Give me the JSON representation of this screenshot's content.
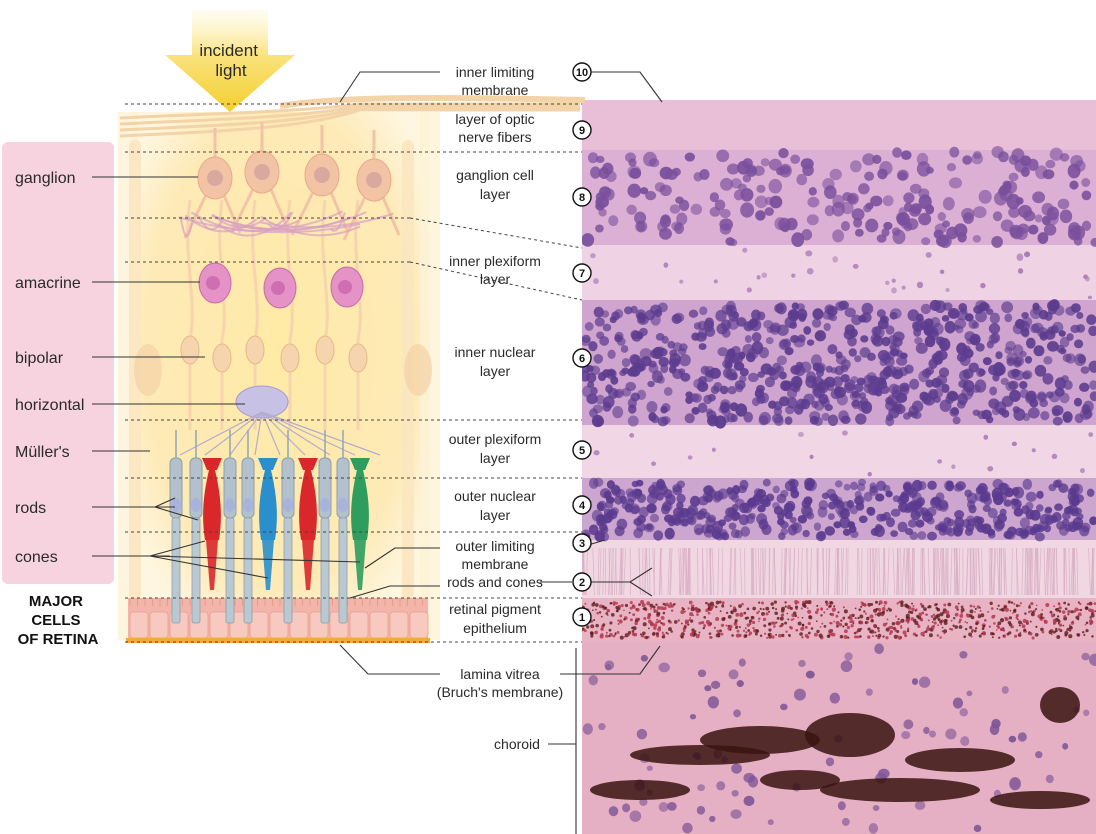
{
  "light_label": [
    "incident",
    "light"
  ],
  "title_lines": [
    "MAJOR",
    "CELLS",
    "OF RETINA"
  ],
  "cells": [
    {
      "id": "ganglion",
      "label": "ganglion"
    },
    {
      "id": "amacrine",
      "label": "amacrine"
    },
    {
      "id": "bipolar",
      "label": "bipolar"
    },
    {
      "id": "horizontal",
      "label": "horizontal"
    },
    {
      "id": "muller",
      "label": "Müller's"
    },
    {
      "id": "rods",
      "label": "rods"
    },
    {
      "id": "cones",
      "label": "cones"
    }
  ],
  "layers": [
    {
      "number": "10",
      "lines": [
        "inner limiting",
        "membrane"
      ]
    },
    {
      "number": "9",
      "lines": [
        "layer of optic",
        "nerve fibers"
      ]
    },
    {
      "number": "8",
      "lines": [
        "ganglion cell",
        "layer"
      ]
    },
    {
      "number": "7",
      "lines": [
        "inner plexiform",
        "layer"
      ]
    },
    {
      "number": "6",
      "lines": [
        "inner nuclear",
        "layer"
      ]
    },
    {
      "number": "5",
      "lines": [
        "outer plexiform",
        "layer"
      ]
    },
    {
      "number": "4",
      "lines": [
        "outer nuclear",
        "layer"
      ]
    },
    {
      "number": "3",
      "lines": [
        "outer limiting",
        "membrane"
      ]
    },
    {
      "number": "2",
      "lines": [
        "rods and cones"
      ]
    },
    {
      "number": "1",
      "lines": [
        "retinal pigment",
        "epithelium"
      ]
    }
  ],
  "extra_labels": [
    {
      "id": "lamina-vitrea",
      "lines": [
        "lamina vitrea",
        "(Bruch's membrane)"
      ]
    },
    {
      "id": "choroid",
      "lines": [
        "choroid"
      ]
    }
  ],
  "colors": {
    "cell_panel": "#f7d3df",
    "glow": "#fde7a6",
    "arrow": "#f7d955",
    "ganglion_cell": "#f3c3a6",
    "amacrine_cell": "#e592c6",
    "bipolar_cell": "#f6d5ae",
    "horizontal_cell": "#c7c1e6",
    "rod": "#b2c1cc",
    "cone_red": "#d9282c",
    "cone_blue": "#2a8fcc",
    "cone_green": "#2e9d5e",
    "pigment": "#f3b4aa",
    "histo_bg": "#e6b2cf",
    "nucleus": "#5c3c8e",
    "choroid_pigment": "#3a1410"
  }
}
